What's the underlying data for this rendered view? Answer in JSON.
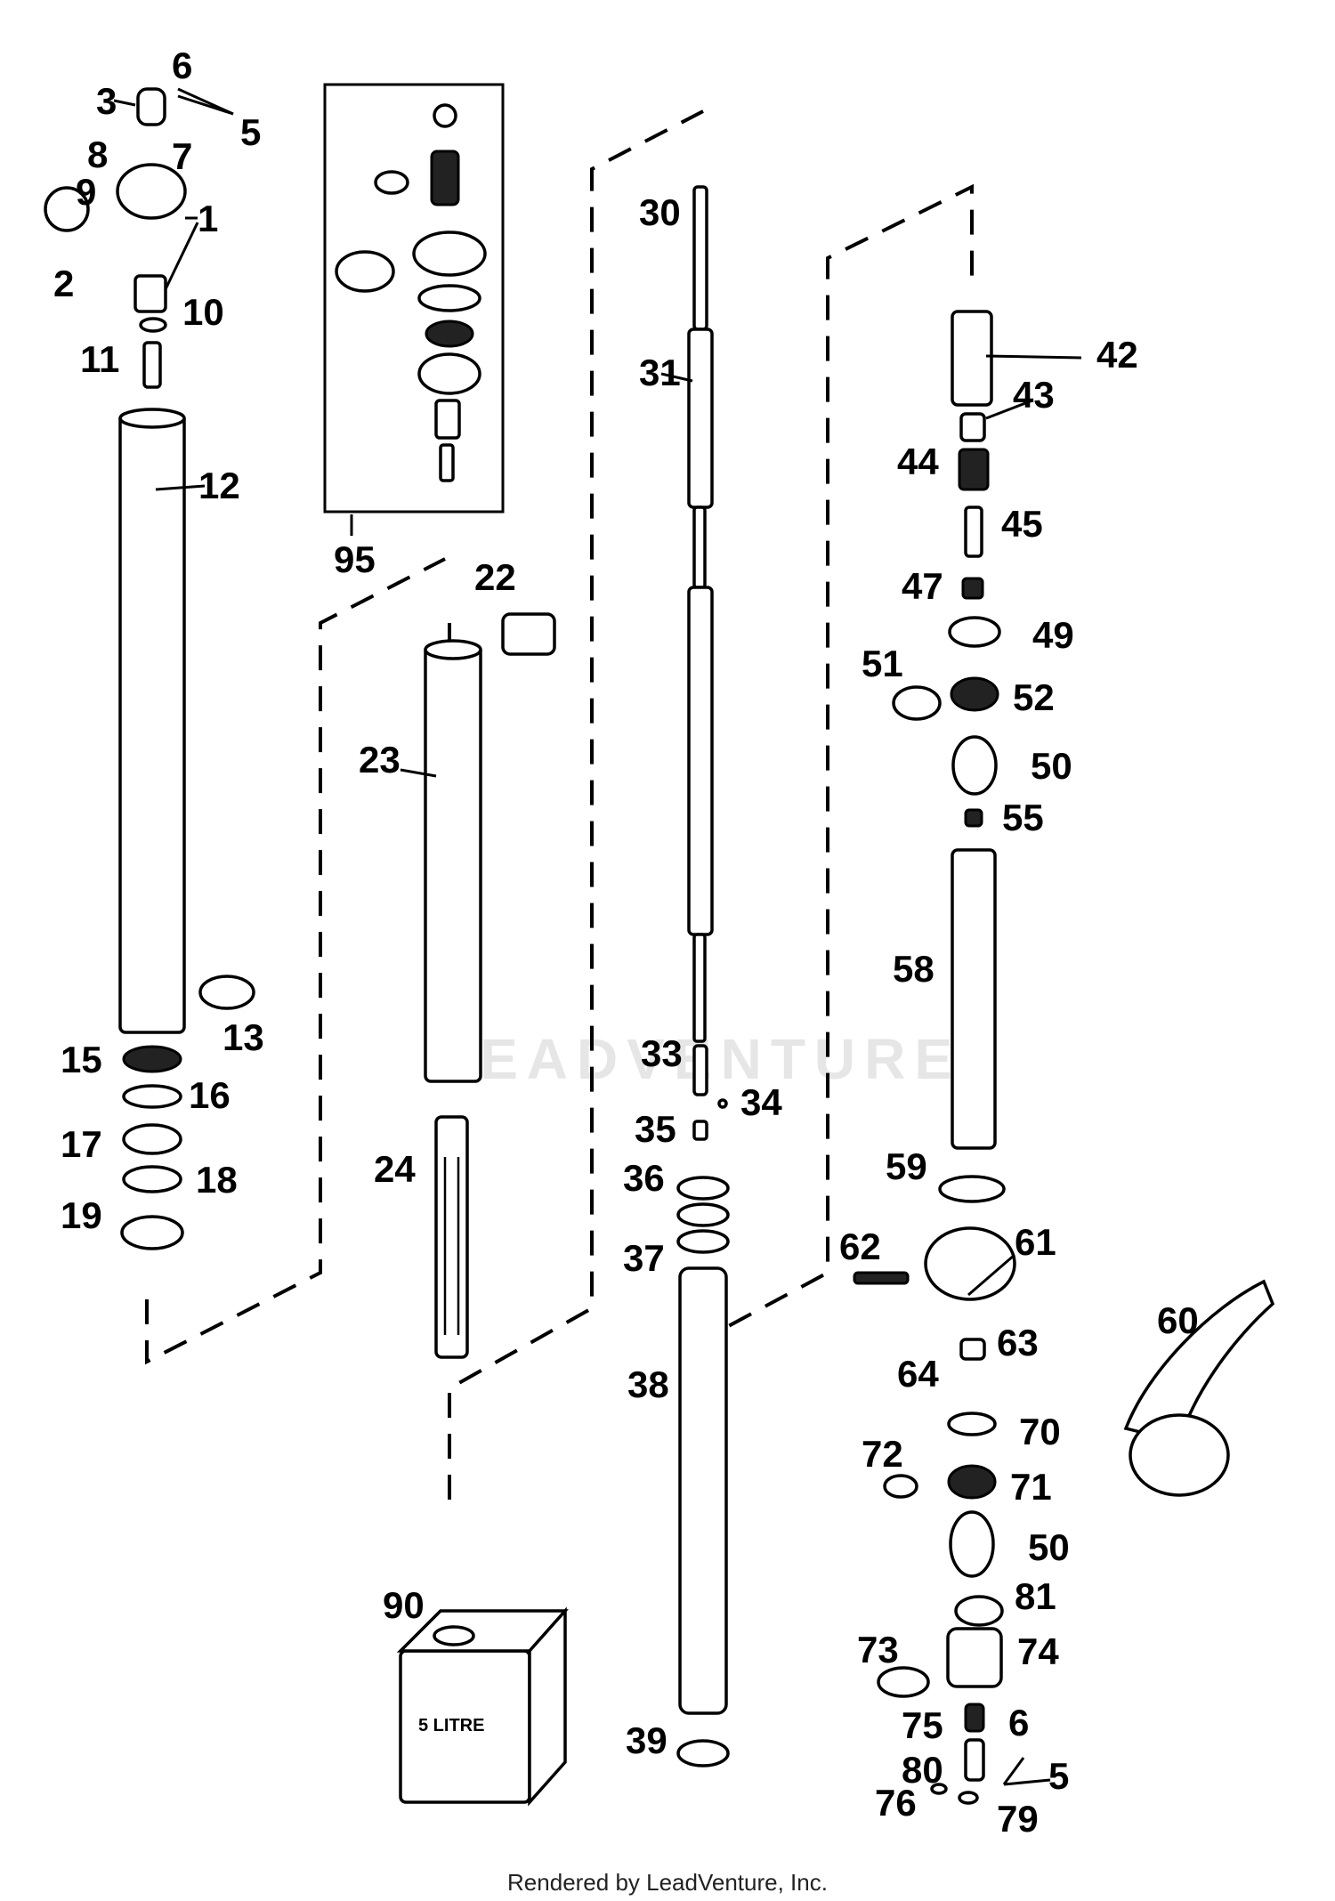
{
  "watermark": "LEADVENTURE",
  "footer": "Rendered by LeadVenture, Inc.",
  "oil_can_label": "5 LITRE",
  "callouts": {
    "c1": "1",
    "c2": "2",
    "c3": "3",
    "c5a": "5",
    "c6a": "6",
    "c7": "7",
    "c8": "8",
    "c9": "9",
    "c10": "10",
    "c11": "11",
    "c12": "12",
    "c13": "13",
    "c15": "15",
    "c16": "16",
    "c17": "17",
    "c18": "18",
    "c19": "19",
    "c22": "22",
    "c23": "23",
    "c24": "24",
    "c30": "30",
    "c31": "31",
    "c33": "33",
    "c34": "34",
    "c35": "35",
    "c36": "36",
    "c37": "37",
    "c38": "38",
    "c39": "39",
    "c42": "42",
    "c43": "43",
    "c44": "44",
    "c45": "45",
    "c47": "47",
    "c49": "49",
    "c50a": "50",
    "c50b": "50",
    "c51": "51",
    "c52": "52",
    "c55": "55",
    "c58": "58",
    "c59": "59",
    "c60": "60",
    "c61": "61",
    "c62": "62",
    "c63": "63",
    "c64": "64",
    "c70": "70",
    "c71": "71",
    "c72": "72",
    "c73": "73",
    "c74": "74",
    "c75": "75",
    "c76": "76",
    "c79": "79",
    "c80": "80",
    "c81": "81",
    "c5b": "5",
    "c6b": "6",
    "c90": "90",
    "c95": "95"
  }
}
